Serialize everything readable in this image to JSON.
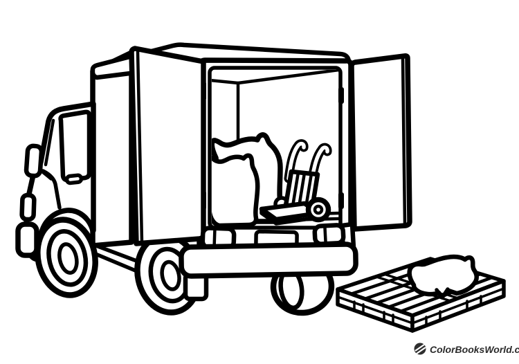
{
  "page": {
    "background_color": "#ffffff",
    "line_color": "#000000",
    "alt_text": "Coloring page line drawing: box delivery truck with open rear doors, two sacks and a hand truck inside the cargo box, and a wooden pallet with a sack beside the truck"
  },
  "scene": {
    "truck": "delivery box truck, rear three-quarter view",
    "left_rear_door": "open left cargo door",
    "right_rear_door": "open right cargo door",
    "cargo": [
      "large sack",
      "small sack",
      "two-wheel hand truck"
    ],
    "pallet": "wooden pallet with sack on top"
  },
  "watermark": {
    "logo": "globe-icon",
    "site_name": "ColorBooksWorld",
    "domain_suffix": ".com",
    "text_color": "#2b2b2b",
    "logo_color": "#2f2f2f"
  }
}
